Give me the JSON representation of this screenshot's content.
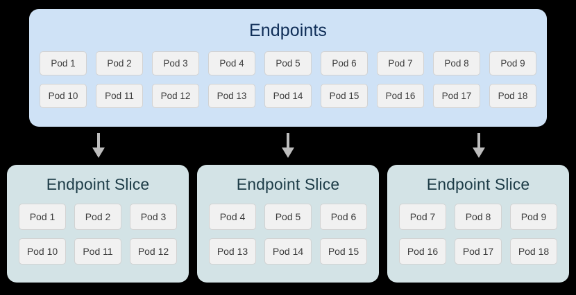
{
  "diagram": {
    "background_color": "#000000",
    "endpoints": {
      "title": "Endpoints",
      "box_color": "#cfe2f6",
      "title_color": "#0f2d57",
      "rows": [
        [
          "Pod 1",
          "Pod 2",
          "Pod 3",
          "Pod 4",
          "Pod 5",
          "Pod 6",
          "Pod 7",
          "Pod 8",
          "Pod 9"
        ],
        [
          "Pod 10",
          "Pod 11",
          "Pod 12",
          "Pod 13",
          "Pod 14",
          "Pod 15",
          "Pod 16",
          "Pod 17",
          "Pod 18"
        ]
      ]
    },
    "arrows": {
      "color": "#bdbdbd",
      "count": 3,
      "direction": "down"
    },
    "slices": [
      {
        "title": "Endpoint Slice",
        "box_color": "#d3e3e6",
        "title_color": "#1d3c47",
        "rows": [
          [
            "Pod 1",
            "Pod 2",
            "Pod 3"
          ],
          [
            "Pod 10",
            "Pod 11",
            "Pod 12"
          ]
        ]
      },
      {
        "title": "Endpoint Slice",
        "box_color": "#d3e3e6",
        "title_color": "#1d3c47",
        "rows": [
          [
            "Pod 4",
            "Pod 5",
            "Pod 6"
          ],
          [
            "Pod 13",
            "Pod 14",
            "Pod 15"
          ]
        ]
      },
      {
        "title": "Endpoint Slice",
        "box_color": "#d3e3e6",
        "title_color": "#1d3c47",
        "rows": [
          [
            "Pod 7",
            "Pod 8",
            "Pod 9"
          ],
          [
            "Pod 16",
            "Pod 17",
            "Pod 18"
          ]
        ]
      }
    ]
  }
}
